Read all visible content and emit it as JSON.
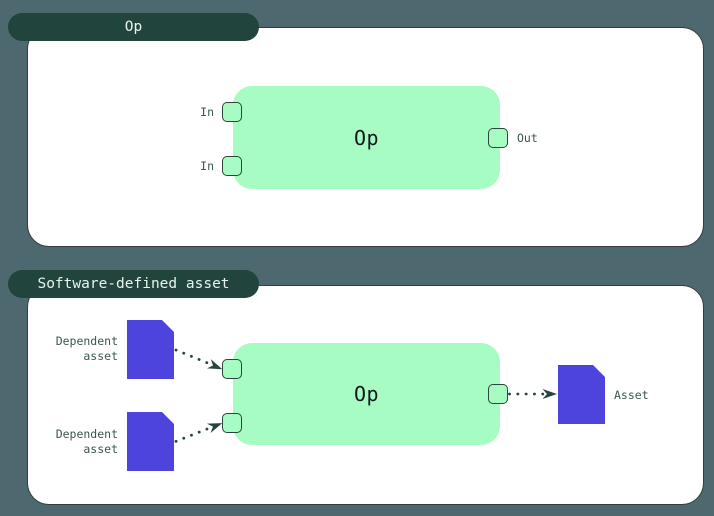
{
  "figure": {
    "type": "concept-diagram",
    "description": "Comparison of an op and a software-defined asset"
  },
  "colors": {
    "background": "#4D686E",
    "card_background": "#FFFFFF",
    "card_border": "#363C3C",
    "pill_background": "#21453D",
    "pill_text": "#E7F3EF",
    "op_node_green": "#A6FCC2",
    "op_node_text": "#14181B",
    "port_border": "#2A443F",
    "label_text": "#3A5751",
    "asset_purple": "#4D44DD",
    "arrow": "#27453F"
  },
  "op_panel": {
    "title": "Op",
    "node_label": "Op",
    "input_labels": [
      "In",
      "In"
    ],
    "output_label": "Out"
  },
  "sda_panel": {
    "title": "Software-defined asset",
    "node_label": "Op",
    "dependent_assets": [
      {
        "label_line1": "Dependent",
        "label_line2": "asset"
      },
      {
        "label_line1": "Dependent",
        "label_line2": "asset"
      }
    ],
    "output_asset_label": "Asset"
  }
}
